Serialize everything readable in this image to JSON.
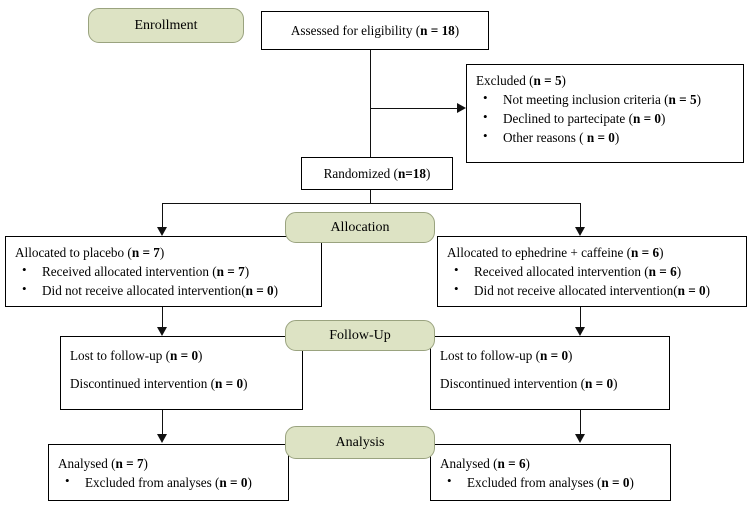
{
  "diagram": {
    "title": "CONSORT participant flow diagram",
    "accent_green": "#dde3c4",
    "accent_green_border": "#9aa37f",
    "line_color": "#111111"
  },
  "stages": {
    "enrollment": "Enrollment",
    "allocation": "Allocation",
    "followup": "Follow-Up",
    "analysis": "Analysis"
  },
  "enrollment": {
    "assessed": {
      "text": "Assessed for eligibility (",
      "n_label": "n = 18",
      "suffix": ")"
    },
    "excluded": {
      "heading_pre": "Excluded (",
      "heading_n": "n = 5",
      "heading_post": ")",
      "items": [
        {
          "text": "Not meeting inclusion criteria (",
          "n": "n = 5",
          "post": ")"
        },
        {
          "text": "Declined to partecipate (",
          "n": "n = 0",
          "post": ")"
        },
        {
          "text": "Other reasons ( ",
          "n": "n = 0",
          "post": ")"
        }
      ]
    },
    "randomized": {
      "text": "Randomized  (",
      "n_label": "n=18",
      "suffix": ")"
    }
  },
  "allocation": {
    "left": {
      "heading_pre": "Allocated to placebo (",
      "heading_n": "n = 7",
      "heading_post": ")",
      "items": [
        {
          "text": "Received allocated intervention  (",
          "n": "n = 7",
          "post": ")"
        },
        {
          "text": "Did not receive allocated intervention(",
          "n": "n  = 0",
          "post": ")"
        }
      ]
    },
    "right": {
      "heading_pre": "Allocated to ephedrine + caffeine (",
      "heading_n": "n = 6",
      "heading_post": ")",
      "items": [
        {
          "text": "Received allocated intervention  (",
          "n": "n = 6",
          "post": ")"
        },
        {
          "text": "Did not receive allocated intervention(",
          "n": "n  = 0",
          "post": ")"
        }
      ]
    }
  },
  "followup": {
    "left": {
      "lines": [
        {
          "text": "Lost to follow-up  (",
          "n": "n = 0",
          "post": ")"
        },
        {
          "text": "Discontinued intervention  (",
          "n": "n = 0",
          "post": ")"
        }
      ]
    },
    "right": {
      "lines": [
        {
          "text": "Lost to follow-up  (",
          "n": "n = 0",
          "post": ")"
        },
        {
          "text": "Discontinued intervention  (",
          "n": "n = 0",
          "post": ")"
        }
      ]
    }
  },
  "analysis": {
    "left": {
      "heading_pre": "Analysed (",
      "heading_n": "n = 7",
      "heading_post": ")",
      "items": [
        {
          "text": "Excluded from analyses  (",
          "n": "n = 0",
          "post": ")"
        }
      ]
    },
    "right": {
      "heading_pre": "Analysed (",
      "heading_n": "n = 6",
      "heading_post": ")",
      "items": [
        {
          "text": "Excluded from analyses  (",
          "n": "n = 0",
          "post": ")"
        }
      ]
    }
  }
}
